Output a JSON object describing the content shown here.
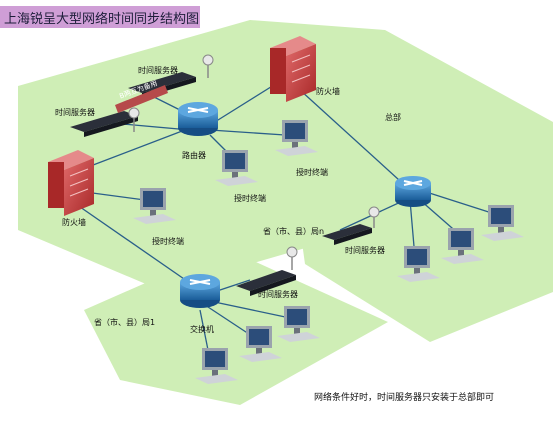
{
  "title": "上海锐呈大型网络时间同步结构图",
  "labels": {
    "time_server_top": "时间服务器",
    "time_server_left": "时间服务器",
    "backup_tag": "B两互为备用",
    "router": "路由器",
    "firewall_top": "防火墙",
    "firewall_left": "防火墙",
    "hq": "总部",
    "terminal_1": "授时终端",
    "terminal_2": "授时终端",
    "terminal_3": "授时终端",
    "province_n": "省（市、县）局n",
    "time_server_hq": "时间服务器",
    "time_server_mid": "时间服务器",
    "province_1": "省（市、县）局1",
    "switch": "交换机"
  },
  "footnote": "网络条件好时，时间服务器只安装于总部即可",
  "colors": {
    "title_bg": "#cf9ed6",
    "zone_green": "#cfeeb6",
    "router_blue": "#1f6fb0",
    "firewall_red": "#c83a3a",
    "link_blue": "#2a5f8a"
  }
}
